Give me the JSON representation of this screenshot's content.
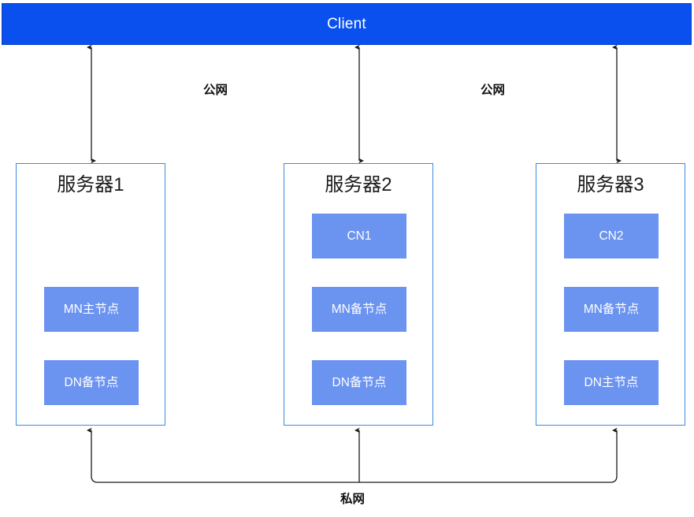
{
  "diagram": {
    "title_bar": {
      "label": "Client",
      "fill": "#0A50EE",
      "text_color": "#FFFFFF"
    },
    "servers": [
      {
        "id": "server-1",
        "title": "服务器1",
        "nodes": [
          {
            "slot": 1,
            "label": "MN主节点"
          },
          {
            "slot": 2,
            "label": "DN备节点"
          }
        ]
      },
      {
        "id": "server-2",
        "title": "服务器2",
        "nodes": [
          {
            "slot": 0,
            "label": "CN1"
          },
          {
            "slot": 1,
            "label": "MN备节点"
          },
          {
            "slot": 2,
            "label": "DN备节点"
          }
        ]
      },
      {
        "id": "server-3",
        "title": "服务器3",
        "nodes": [
          {
            "slot": 0,
            "label": "CN2"
          },
          {
            "slot": 1,
            "label": "MN备节点"
          },
          {
            "slot": 2,
            "label": "DN主节点"
          }
        ]
      }
    ],
    "edge_labels": {
      "public_left": "公网",
      "public_right": "公网",
      "private": "私网"
    },
    "colors": {
      "client_fill": "#0A50EE",
      "node_fill": "#6B93F0",
      "server_border": "#3C8BE0",
      "connector": "#1A1A1A",
      "canvas": "#FFFFFF"
    }
  }
}
